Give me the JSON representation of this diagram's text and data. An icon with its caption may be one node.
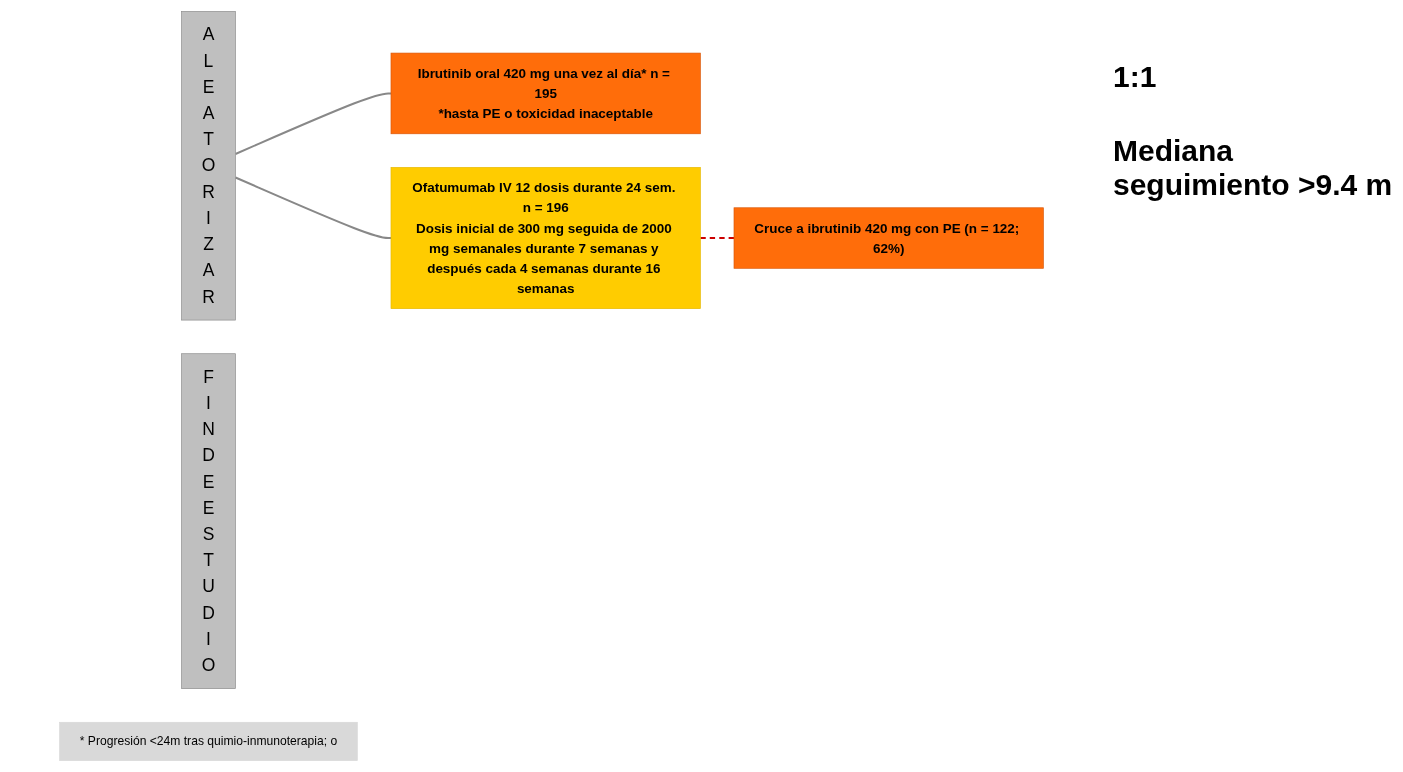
{
  "diagram": {
    "nodes": [
      {
        "text": [
          "A L E A T O R I Z A R"
        ]
      },
      {
        "text": [
          "Ibrutinib oral 420 mg una vez al día* n = 195",
          "*hasta PE o toxicidad inaceptable"
        ]
      },
      {
        "text": [
          "Ofatumumab IV 12 dosis durante 24 sem. n = 196",
          "Dosis inicial de 300 mg seguida de 2000 mg semanales durante 7 semanas y después cada 4 semanas durante 16 semanas"
        ]
      },
      {
        "text": [
          "F I N D E E S T U D I O"
        ]
      },
      {
        "text": [
          "Cruce a ibrutinib 420 mg con PE (n = 122; 62%)"
        ]
      },
      {
        "text": [
          "* Progresión <24m tras quimio-inmunoterapia; o"
        ]
      }
    ],
    "edges": [
      {
        "from": 0,
        "to": 1,
        "arrow": "none"
      },
      {
        "from": 0,
        "to": 2,
        "arrow": "none"
      },
      {
        "from": 2,
        "to": 4,
        "arrow": "none",
        "style": "dashed",
        "color": "#cc0000"
      }
    ],
    "labels": [
      "1:1",
      "Mediana seguimiento >9.4 m"
    ]
  }
}
